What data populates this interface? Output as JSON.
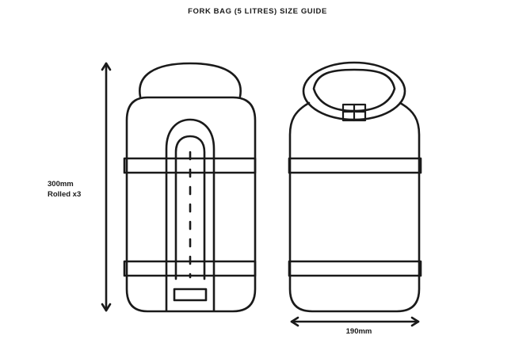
{
  "title": "FORK BAG (5 LITRES) SIZE GUIDE",
  "dimensions": {
    "height_value": "300mm",
    "height_note": "Rolled x3",
    "width_value": "190mm"
  },
  "colors": {
    "line": "#1a1a1a",
    "background": "#ffffff"
  }
}
